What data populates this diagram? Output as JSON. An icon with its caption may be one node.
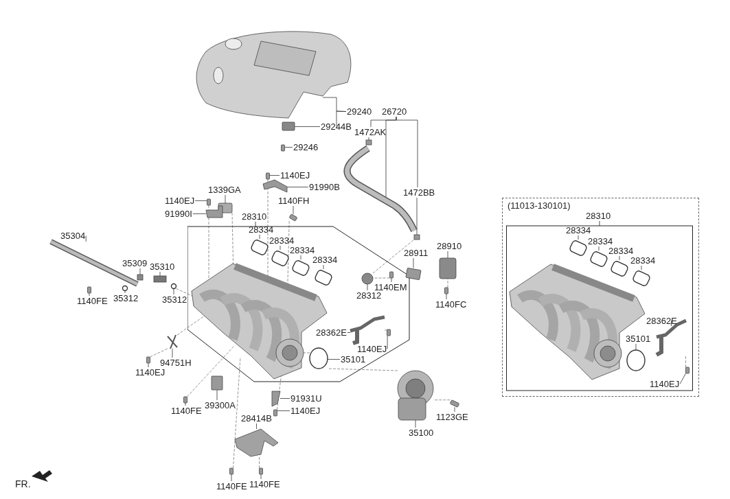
{
  "diagram": {
    "nodes": [
      {
        "text": [
          "29240"
        ]
      },
      {
        "text": [
          "26720"
        ]
      },
      {
        "text": [
          "29244B"
        ]
      },
      {
        "text": [
          "1472AK"
        ]
      },
      {
        "text": [
          "29246"
        ]
      },
      {
        "text": [
          "1140EJ"
        ]
      },
      {
        "text": [
          "91990B"
        ]
      },
      {
        "text": [
          "1472BB"
        ]
      },
      {
        "text": [
          "1339GA"
        ]
      },
      {
        "text": [
          "1140EJ"
        ]
      },
      {
        "text": [
          "1140FH"
        ]
      },
      {
        "text": [
          "91990I"
        ]
      },
      {
        "text": [
          "28310"
        ]
      },
      {
        "text": [
          "28334"
        ],
        "in": 12
      },
      {
        "text": [
          "28334"
        ],
        "in": 12
      },
      {
        "text": [
          "28334"
        ],
        "in": 12
      },
      {
        "text": [
          "28334"
        ],
        "in": 12
      },
      {
        "text": [
          "35304"
        ]
      },
      {
        "text": [
          "35309"
        ]
      },
      {
        "text": [
          "35310"
        ]
      },
      {
        "text": [
          "28911"
        ]
      },
      {
        "text": [
          "28910"
        ]
      },
      {
        "text": [
          "1140FE"
        ]
      },
      {
        "text": [
          "35312"
        ]
      },
      {
        "text": [
          "35312"
        ]
      },
      {
        "text": [
          "28312"
        ],
        "in": 12
      },
      {
        "text": [
          "1140EM"
        ],
        "in": 12
      },
      {
        "text": [
          "1140FC"
        ]
      },
      {
        "text": [
          "28362E"
        ],
        "in": 12
      },
      {
        "text": [
          "1140EJ"
        ],
        "in": 12
      },
      {
        "text": [
          "35101"
        ],
        "in": 12
      },
      {
        "text": [
          "94751H"
        ]
      },
      {
        "text": [
          "1140EJ"
        ]
      },
      {
        "text": [
          "39300A"
        ]
      },
      {
        "text": [
          "1140FE"
        ]
      },
      {
        "text": [
          "91931U"
        ]
      },
      {
        "text": [
          "1140EJ"
        ]
      },
      {
        "text": [
          "1123GE"
        ]
      },
      {
        "text": [
          "28414B"
        ]
      },
      {
        "text": [
          "35100"
        ]
      },
      {
        "text": [
          "1140FE"
        ]
      },
      {
        "text": [
          "1140FE"
        ]
      },
      {
        "text": [
          "(11013-130101)"
        ]
      },
      {
        "text": [
          "28310"
        ],
        "in": 42
      },
      {
        "text": [
          "28334"
        ],
        "in": 43
      },
      {
        "text": [
          "28334"
        ],
        "in": 43
      },
      {
        "text": [
          "28334"
        ],
        "in": 43
      },
      {
        "text": [
          "28334"
        ],
        "in": 43
      },
      {
        "text": [
          "28362E"
        ],
        "in": 43
      },
      {
        "text": [
          "35101"
        ],
        "in": 43
      },
      {
        "text": [
          "1140EJ"
        ],
        "in": 43
      },
      {
        "text": [],
        "shape": "picture"
      },
      {
        "text": [],
        "shape": "box"
      },
      {
        "text": [],
        "shape": "box"
      },
      {
        "text": [],
        "shape": "picture"
      },
      {
        "text": [],
        "shape": "box"
      },
      {
        "text": [],
        "shape": "box"
      },
      {
        "text": [],
        "shape": "box"
      },
      {
        "text": [],
        "shape": "picture"
      },
      {
        "text": [],
        "shape": "box"
      },
      {
        "text": [],
        "shape": "box"
      },
      {
        "text": [],
        "shape": "box"
      },
      {
        "text": [],
        "shape": "picture"
      },
      {
        "text": [],
        "shape": "picture",
        "in": 12
      },
      {
        "text": [],
        "shape": "box",
        "in": 12
      },
      {
        "text": [],
        "shape": "box",
        "in": 12
      },
      {
        "text": [],
        "shape": "box",
        "in": 12
      },
      {
        "text": [],
        "shape": "box",
        "in": 12
      },
      {
        "text": [],
        "shape": "picture"
      },
      {
        "text": [],
        "shape": "box"
      },
      {
        "text": [],
        "shape": "box"
      },
      {
        "text": [],
        "shape": "box"
      },
      {
        "text": [],
        "shape": "circle"
      },
      {
        "text": [],
        "shape": "circle"
      },
      {
        "text": [],
        "shape": "box"
      },
      {
        "text": [],
        "shape": "box"
      },
      {
        "text": [],
        "shape": "circle",
        "in": 12
      },
      {
        "text": [],
        "shape": "box",
        "in": 12
      },
      {
        "text": [],
        "shape": "box"
      },
      {
        "text": [],
        "shape": "picture",
        "in": 12
      },
      {
        "text": [],
        "shape": "box",
        "in": 12
      },
      {
        "text": [],
        "shape": "circle",
        "in": 12
      },
      {
        "text": [],
        "shape": "picture"
      },
      {
        "text": [],
        "shape": "box"
      },
      {
        "text": [],
        "shape": "box"
      },
      {
        "text": [],
        "shape": "box"
      },
      {
        "text": [],
        "shape": "picture"
      },
      {
        "text": [],
        "shape": "box"
      },
      {
        "text": [],
        "shape": "box"
      },
      {
        "text": [],
        "shape": "picture"
      },
      {
        "text": [],
        "shape": "picture"
      },
      {
        "text": [],
        "shape": "box"
      },
      {
        "text": [],
        "shape": "box"
      },
      {
        "text": [],
        "shape": "picture",
        "in": 43
      },
      {
        "text": [],
        "shape": "box",
        "in": 43
      },
      {
        "text": [],
        "shape": "box",
        "in": 43
      },
      {
        "text": [],
        "shape": "box",
        "in": 43
      },
      {
        "text": [],
        "shape": "box",
        "in": 43
      },
      {
        "text": [],
        "shape": "picture",
        "in": 43
      },
      {
        "text": [],
        "shape": "circle",
        "in": 43
      },
      {
        "text": [],
        "shape": "box",
        "in": 43
      }
    ],
    "edges": [
      {
        "from": 0,
        "to": 51,
        "arrow": "none"
      },
      {
        "from": 0,
        "to": 2,
        "arrow": "none"
      },
      {
        "from": 1,
        "to": 3,
        "arrow": "none"
      },
      {
        "from": 1,
        "to": 54,
        "arrow": "none"
      },
      {
        "from": 1,
        "to": 7,
        "arrow": "none"
      },
      {
        "from": 2,
        "to": 52,
        "arrow": "none"
      },
      {
        "from": 3,
        "to": 55,
        "arrow": "none"
      },
      {
        "from": 4,
        "to": 53,
        "arrow": "none"
      },
      {
        "from": 5,
        "to": 57,
        "arrow": "none"
      },
      {
        "from": 6,
        "to": 58,
        "arrow": "none"
      },
      {
        "from": 7,
        "to": 56,
        "arrow": "none"
      },
      {
        "from": 8,
        "to": 59,
        "arrow": "none"
      },
      {
        "from": 9,
        "to": 60,
        "arrow": "none"
      },
      {
        "from": 10,
        "to": 61,
        "arrow": "none"
      },
      {
        "from": 11,
        "to": 62,
        "arrow": "none"
      },
      {
        "from": 13,
        "to": 64,
        "arrow": "none"
      },
      {
        "from": 14,
        "to": 65,
        "arrow": "none"
      },
      {
        "from": 15,
        "to": 66,
        "arrow": "none"
      },
      {
        "from": 16,
        "to": 67,
        "arrow": "none"
      },
      {
        "from": 17,
        "to": 68,
        "arrow": "none"
      },
      {
        "from": 18,
        "to": 69,
        "arrow": "none"
      },
      {
        "from": 19,
        "to": 70,
        "arrow": "none"
      },
      {
        "from": 20,
        "to": 74,
        "arrow": "none"
      },
      {
        "from": 21,
        "to": 75,
        "arrow": "none"
      },
      {
        "from": 22,
        "to": 71,
        "arrow": "none"
      },
      {
        "from": 23,
        "to": 72,
        "arrow": "none"
      },
      {
        "from": 24,
        "to": 73,
        "arrow": "none"
      },
      {
        "from": 25,
        "to": 76,
        "arrow": "none"
      },
      {
        "from": 26,
        "to": 77,
        "arrow": "none"
      },
      {
        "from": 27,
        "to": 78,
        "arrow": "none"
      },
      {
        "from": 28,
        "to": 79,
        "arrow": "none"
      },
      {
        "from": 29,
        "to": 80,
        "arrow": "none"
      },
      {
        "from": 30,
        "to": 81,
        "arrow": "none"
      },
      {
        "from": 31,
        "to": 82,
        "arrow": "none"
      },
      {
        "from": 32,
        "to": 83,
        "arrow": "none"
      },
      {
        "from": 33,
        "to": 84,
        "arrow": "none"
      },
      {
        "from": 34,
        "to": 85,
        "arrow": "none"
      },
      {
        "from": 35,
        "to": 86,
        "arrow": "none"
      },
      {
        "from": 36,
        "to": 87,
        "arrow": "none"
      },
      {
        "from": 37,
        "to": 88,
        "arrow": "none"
      },
      {
        "from": 38,
        "to": 89,
        "arrow": "none"
      },
      {
        "from": 39,
        "to": 90,
        "arrow": "none"
      },
      {
        "from": 40,
        "to": 91,
        "arrow": "none"
      },
      {
        "from": 41,
        "to": 92,
        "arrow": "none"
      },
      {
        "from": 44,
        "to": 94,
        "arrow": "none"
      },
      {
        "from": 45,
        "to": 95,
        "arrow": "none"
      },
      {
        "from": 46,
        "to": 96,
        "arrow": "none"
      },
      {
        "from": 47,
        "to": 97,
        "arrow": "none"
      },
      {
        "from": 48,
        "to": 98,
        "arrow": "none"
      },
      {
        "from": 49,
        "to": 99,
        "arrow": "none"
      },
      {
        "from": 50,
        "to": 100,
        "arrow": "none"
      },
      {
        "from": 60,
        "to": 63,
        "arrow": "none",
        "style": "dashed"
      },
      {
        "from": 59,
        "to": 63,
        "arrow": "none",
        "style": "dashed"
      },
      {
        "from": 57,
        "to": 63,
        "arrow": "none",
        "style": "dashed"
      },
      {
        "from": 61,
        "to": 63,
        "arrow": "none",
        "style": "dashed"
      },
      {
        "from": 73,
        "to": 63,
        "arrow": "none",
        "style": "dashed"
      },
      {
        "from": 76,
        "to": 56,
        "arrow": "none",
        "style": "dashed"
      },
      {
        "from": 77,
        "to": 76,
        "arrow": "none",
        "style": "dashed"
      },
      {
        "from": 78,
        "to": 75,
        "arrow": "none",
        "style": "dashed"
      },
      {
        "from": 80,
        "to": 79,
        "arrow": "none",
        "style": "dashed"
      },
      {
        "from": 83,
        "to": 82,
        "arrow": "none",
        "style": "dashed"
      },
      {
        "from": 85,
        "to": 63,
        "arrow": "none",
        "style": "dashed"
      },
      {
        "from": 88,
        "to": 90,
        "arrow": "none",
        "style": "dashed"
      },
      {
        "from": 87,
        "to": 63,
        "arrow": "none",
        "style": "dashed"
      },
      {
        "from": 91,
        "to": 63,
        "arrow": "none",
        "style": "dashed"
      },
      {
        "from": 92,
        "to": 89,
        "arrow": "none",
        "style": "dashed"
      },
      {
        "from": 100,
        "to": 98,
        "arrow": "none",
        "style": "dashed"
      },
      {
        "from": 82,
        "to": 63,
        "arrow": "none",
        "style": "dashed"
      },
      {
        "from": 90,
        "to": 81,
        "arrow": "none",
        "style": "dashed"
      },
      {
        "from": 81,
        "to": 63,
        "arrow": "none",
        "style": "dashed"
      }
    ],
    "labels": [
      "FR."
    ]
  }
}
